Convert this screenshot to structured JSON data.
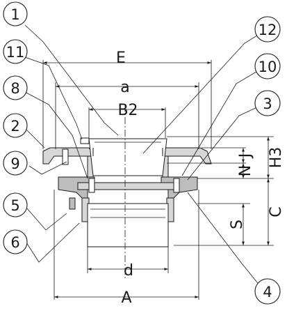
{
  "dimensions": {
    "E": "E",
    "a": "a",
    "B2": "B2",
    "d": "d",
    "A": "A",
    "J": "J",
    "H3": "H3",
    "N": "N",
    "C": "C",
    "S": "S"
  },
  "callouts": {
    "c1": "1",
    "c2": "2",
    "c3": "3",
    "c4": "4",
    "c5": "5",
    "c6": "6",
    "c8": "8",
    "c9": "9",
    "c10": "10",
    "c11": "11",
    "c12": "12"
  }
}
